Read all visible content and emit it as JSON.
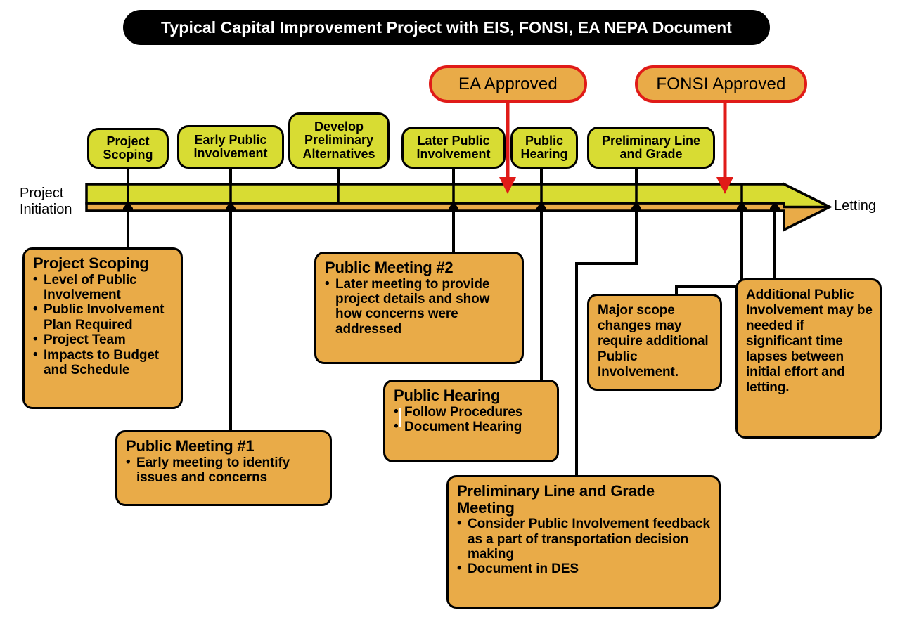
{
  "title": "Typical Capital Improvement Project with  EIS, FONSI, EA NEPA Document",
  "axis": {
    "start_label_line1": "Project",
    "start_label_line2": "Initiation",
    "end_label": "Letting",
    "band_top_color": "#D8DC33",
    "band_bottom_color": "#E9AB48"
  },
  "milestones": [
    {
      "id": "project-scoping",
      "label": "Project\nScoping"
    },
    {
      "id": "early-public-involvement",
      "label": "Early Public\nInvolvement"
    },
    {
      "id": "develop-preliminary-alternatives",
      "label": "Develop\nPreliminary\nAlternatives"
    },
    {
      "id": "later-public-involvement",
      "label": "Later Public\nInvolvement"
    },
    {
      "id": "public-hearing",
      "label": "Public\nHearing"
    },
    {
      "id": "preliminary-line-and-grade",
      "label": "Preliminary Line\nand Grade"
    }
  ],
  "approvals": [
    {
      "id": "ea-approved",
      "label": "EA Approved",
      "border_color": "#E01B18"
    },
    {
      "id": "fonsi-approved",
      "label": "FONSI Approved",
      "border_color": "#E01B18"
    }
  ],
  "details": [
    {
      "id": "project-scoping-detail",
      "heading": "Project Scoping",
      "bullets": [
        "Level of Public Involvement",
        "Public Involvement Plan Required",
        "Project Team",
        "Impacts to Budget and Schedule"
      ]
    },
    {
      "id": "public-meeting-1",
      "heading": "Public Meeting #1",
      "bullets": [
        "Early meeting to identify issues and concerns"
      ]
    },
    {
      "id": "public-meeting-2",
      "heading": "Public Meeting #2",
      "bullets": [
        "Later meeting to provide project details and show how concerns were addressed"
      ]
    },
    {
      "id": "public-hearing-detail",
      "heading": "Public Hearing",
      "bullets": [
        "Follow Procedures",
        "Document Hearing"
      ]
    },
    {
      "id": "preliminary-line-and-grade-meeting",
      "heading": "Preliminary Line and Grade Meeting",
      "bullets": [
        "Consider Public Involvement feedback as a part of transportation decision making",
        "Document in DES"
      ]
    }
  ],
  "notes": [
    {
      "id": "major-scope-changes-note",
      "text": "Major scope changes may require additional Public Involvement."
    },
    {
      "id": "additional-public-involvement-note",
      "text": "Additional Public Involvement may be needed if significant time lapses between initial effort and letting."
    }
  ],
  "colors": {
    "box_fill": "#E9AB48",
    "milestone_fill": "#D8DC33",
    "approval_border": "#E01B18",
    "title_bg": "#000000",
    "stroke": "#000000"
  }
}
